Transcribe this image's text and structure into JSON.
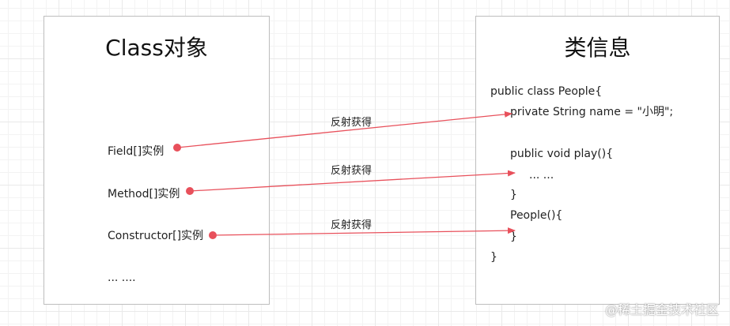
{
  "left_box": {
    "title": "Class对象",
    "items": [
      "Field[]实例",
      "Method[]实例",
      "Constructor[]实例",
      "... ...."
    ]
  },
  "right_box": {
    "title": "类信息",
    "code_lines": [
      "public class People{",
      "private String name = \"小明\";",
      "public void play(){",
      "... ...",
      "}",
      "People(){",
      "}",
      "}"
    ]
  },
  "connectors": [
    {
      "label": "反射获得"
    },
    {
      "label": "反射获得"
    },
    {
      "label": "反射获得"
    }
  ],
  "colors": {
    "arrow": "#e8505b",
    "box_border": "#bdbdbd"
  },
  "watermark": "@稀土掘金技术社区"
}
